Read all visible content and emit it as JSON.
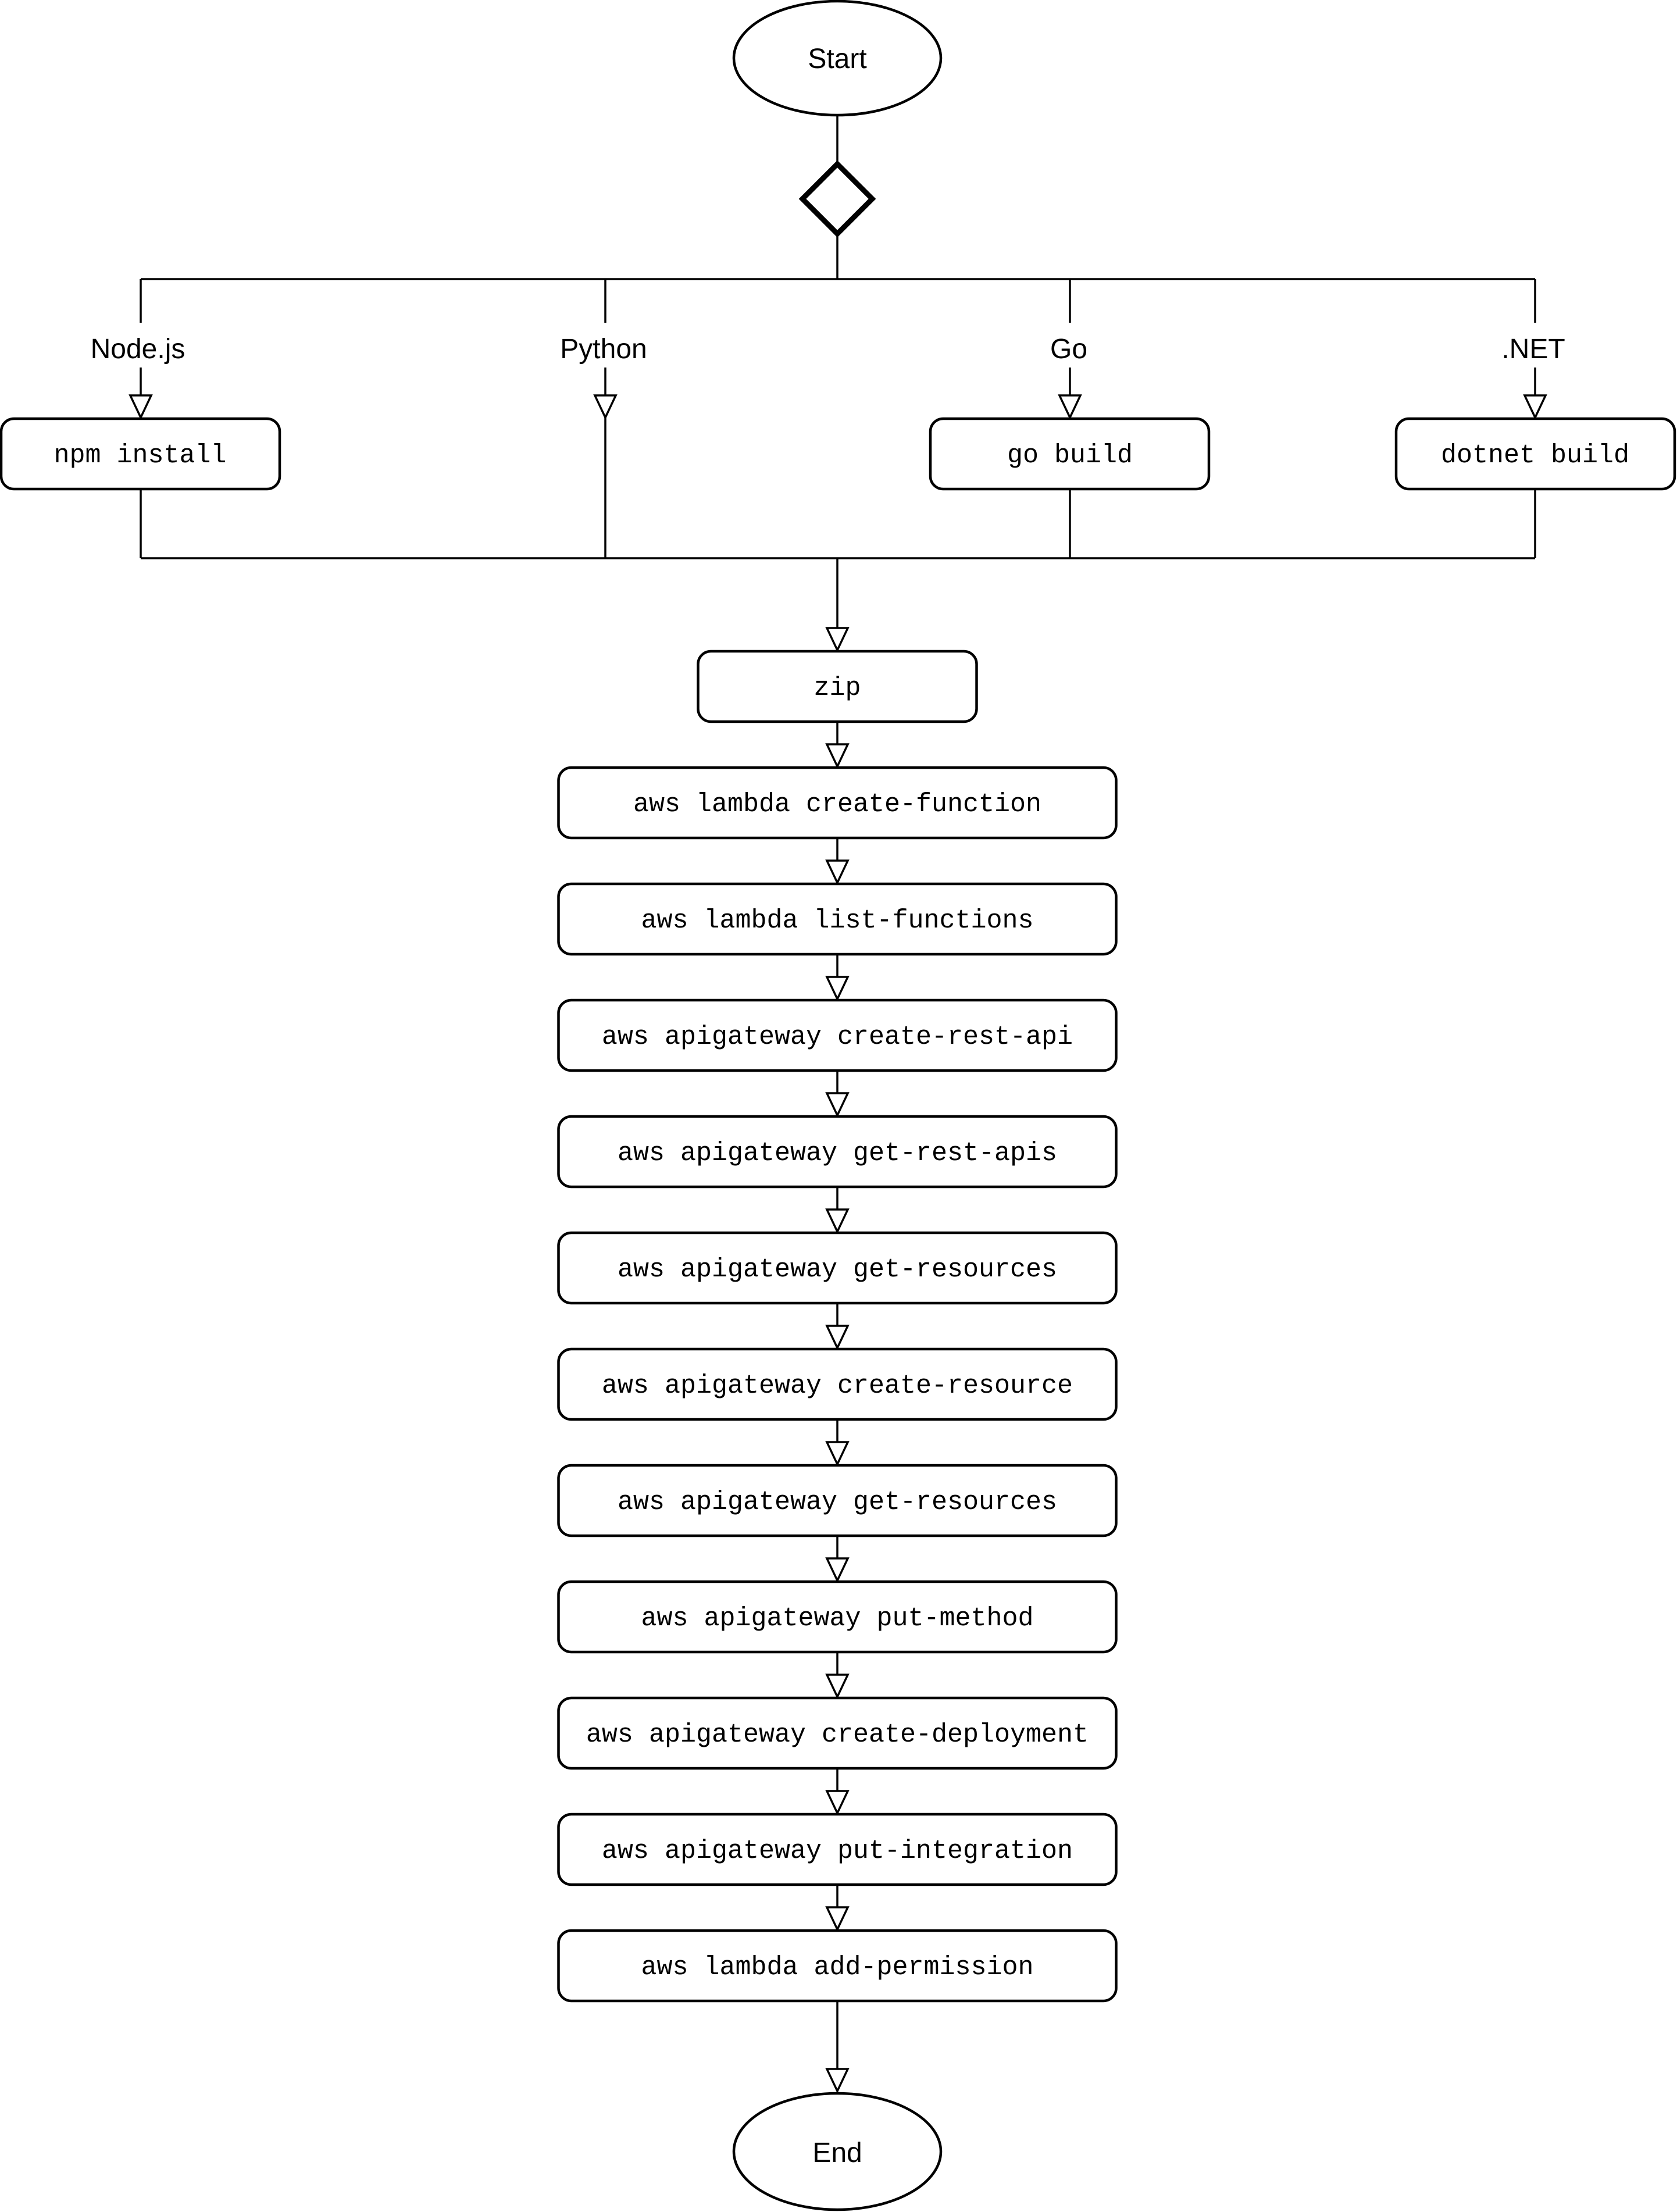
{
  "start_label": "Start",
  "end_label": "End",
  "branches": [
    {
      "label": "Node.js",
      "command": "npm install"
    },
    {
      "label": "Python",
      "command": ""
    },
    {
      "label": "Go",
      "command": "go build"
    },
    {
      "label": ".NET",
      "command": "dotnet build"
    }
  ],
  "steps": [
    "zip",
    "aws lambda create-function",
    "aws lambda list-functions",
    "aws apigateway create-rest-api",
    "aws apigateway get-rest-apis",
    "aws apigateway get-resources",
    "aws apigateway create-resource",
    "aws apigateway get-resources",
    "aws apigateway put-method",
    "aws apigateway create-deployment",
    "aws apigateway put-integration",
    "aws lambda add-permission"
  ]
}
